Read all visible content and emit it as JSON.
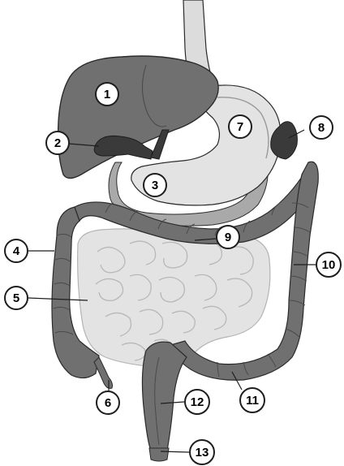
{
  "labels": [
    {
      "id": "1",
      "text": "1"
    },
    {
      "id": "2",
      "text": "2"
    },
    {
      "id": "3",
      "text": "3"
    },
    {
      "id": "4",
      "text": "4"
    },
    {
      "id": "5",
      "text": "5"
    },
    {
      "id": "6",
      "text": "6"
    },
    {
      "id": "7",
      "text": "7"
    },
    {
      "id": "8",
      "text": "8"
    },
    {
      "id": "9",
      "text": "9"
    },
    {
      "id": "10",
      "text": "10"
    },
    {
      "id": "11",
      "text": "11"
    },
    {
      "id": "12",
      "text": "12"
    },
    {
      "id": "13",
      "text": "13"
    }
  ],
  "colors": {
    "dark": "#6f6f6f",
    "darkest": "#3a3a3a",
    "medium": "#a9a9a9",
    "light": "#d7d7d7",
    "lighter": "#e6e6e6",
    "outline": "#2b2b2b"
  }
}
